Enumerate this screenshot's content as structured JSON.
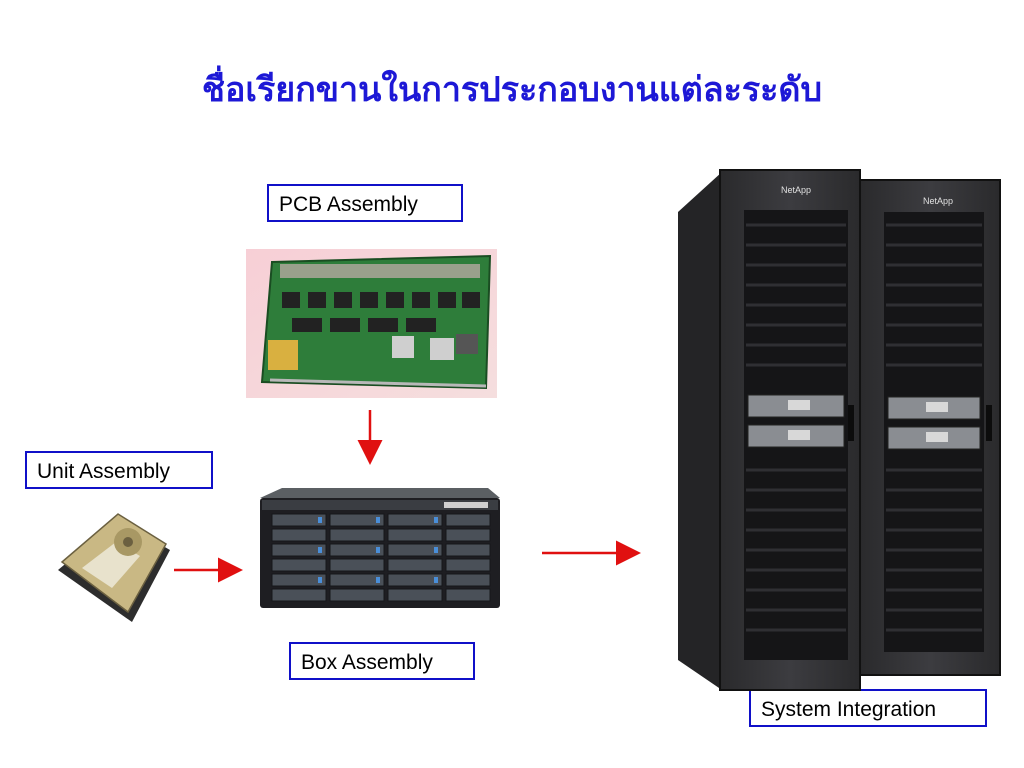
{
  "slide": {
    "title": "ชื่อเรียกขานในการประกอบงานแต่ละระดับ"
  },
  "labels": {
    "pcb": "PCB Assembly",
    "unit": "Unit Assembly",
    "box": "Box Assembly",
    "system": "System Integration"
  },
  "images": {
    "server_logo": "NetApp"
  },
  "colors": {
    "title": "#1d18d6",
    "label_border": "#1010c8",
    "arrow": "#e01010"
  },
  "icons": [
    "pcb-board-image",
    "hard-drive-image",
    "storage-enclosure-image",
    "server-rack-image",
    "arrow-down-icon",
    "arrow-right-icon"
  ]
}
